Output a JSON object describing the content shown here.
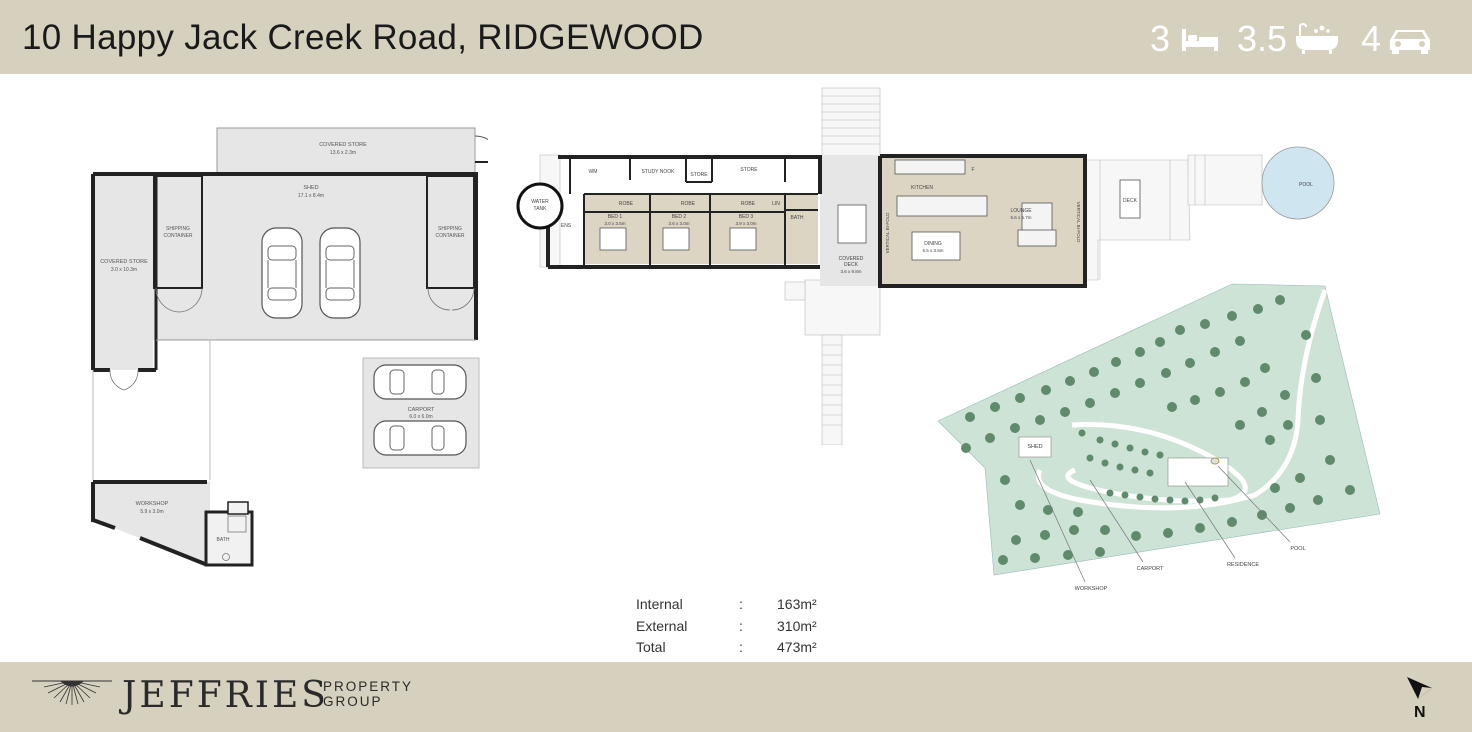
{
  "header": {
    "address": "10 Happy Jack Creek Road, RIDGEWOOD",
    "features": {
      "bedrooms": "3",
      "bathrooms": "3.5",
      "cars": "4",
      "bed_icon": "bed-icon",
      "bath_icon": "bathtub-icon",
      "car_icon": "car-icon"
    }
  },
  "areas": [
    {
      "label": "Internal",
      "sep": ":",
      "value": "163m²"
    },
    {
      "label": "External",
      "sep": ":",
      "value": "310m²"
    },
    {
      "label": "Total",
      "sep": ":",
      "value": "473m²"
    }
  ],
  "shed_plan": {
    "covered_store_top": "COVERED STORE",
    "covered_store_top_dim": "13.6 x 2.3m",
    "shed": "SHED",
    "shed_dim": "17.1 x 8.4m",
    "covered_store_left": "COVERED STORE",
    "covered_store_left_dim": "3.0 x 10.3m",
    "shipping_left_1": "SHIPPING",
    "shipping_left_2": "CONTAINER",
    "shipping_right_1": "SHIPPING",
    "shipping_right_2": "CONTAINER",
    "workshop": "WORKSHOP",
    "workshop_dim": "5.9 x 3.0m",
    "bath": "BATH",
    "carport": "CARPORT",
    "carport_dim": "6.0 x 6.0m"
  },
  "house_plan": {
    "water_tank_1": "WATER",
    "water_tank_2": "TANK",
    "wm": "WM",
    "study_nook": "STUDY NOOK",
    "store_1": "STORE",
    "store_2": "STORE",
    "ens": "ENS",
    "robe_1": "ROBE",
    "robe_2": "ROBE",
    "robe_3": "ROBE",
    "lin": "LIN",
    "bed1": "BED 1",
    "bed1_dim": "3.0 x 3.5m",
    "bed2": "BED 2",
    "bed2_dim": "3.6 x 3.0m",
    "bed3": "BED 3",
    "bed3_dim": "3.9 x 3.0m",
    "bath": "BATH",
    "covered_deck": "COVERED",
    "covered_deck_2": "DECK",
    "covered_deck_dim": "3.6 x 9.8m",
    "kitchen": "KITCHEN",
    "fridge": "F",
    "vertical_bifold_1": "VERTICAL BI-FOLD",
    "vertical_bifold_2": "VERTICAL BI-FOLD",
    "dining": "DINING",
    "dining_dim": "5.5 x 3.8m",
    "lounge": "LOUNGE",
    "lounge_dim": "5.6 x 5.7m",
    "deck": "DECK",
    "pool": "POOL"
  },
  "site_plan": {
    "shed": "SHED",
    "workshop": "WORKSHOP",
    "carport": "CARPORT",
    "residence": "RESIDENCE",
    "pool": "POOL"
  },
  "footer": {
    "brand_main": "JEFFRIES",
    "brand_sub_1": "PROPERTY",
    "brand_sub_2": "GROUP",
    "logo_icon": "sunburst-logo-icon",
    "north": "N",
    "north_icon": "north-arrow-icon"
  },
  "colors": {
    "band": "#d6d1be",
    "floor_grey": "#e6e6e6",
    "floor_beige": "#dcd5c3",
    "site_green": "#cce3d5",
    "tree_green": "#5f8a6c",
    "pool_blue": "#cfe5f0"
  }
}
